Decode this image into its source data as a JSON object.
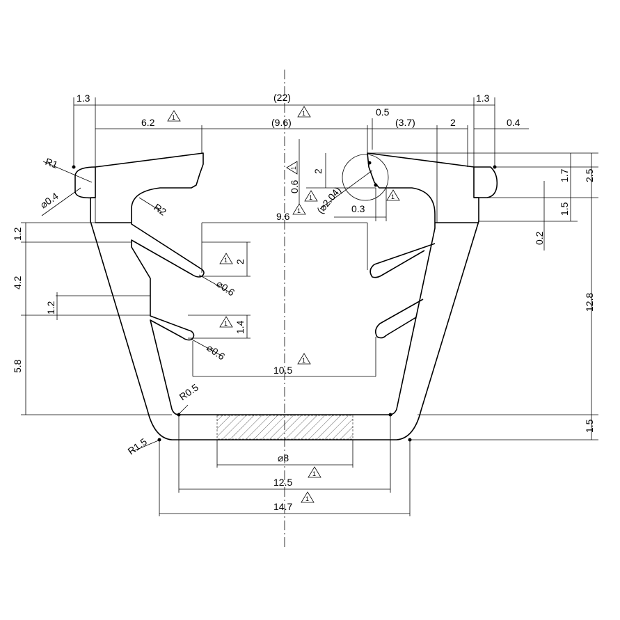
{
  "revision_mark": "1",
  "dimensions": {
    "top_left_1_3": "1.3",
    "overall_22": "(22)",
    "top_right_1_3": "1.3",
    "top_6_2": "6.2",
    "top_9_6": "(9.6)",
    "top_0_5": "0.5",
    "top_3_7": "(3.7)",
    "top_2": "2",
    "top_0_4": "0.4",
    "r1": "R1",
    "r2": "R2",
    "dia_0_4": "⌀0.4",
    "v_0_6": "0.6",
    "v_2_top": "2",
    "dia_2_04": "(⌀2.04)",
    "h_0_3": "0.3",
    "inner_9_6": "9.6",
    "r_2_5": "2.5",
    "r_1_7": "1.7",
    "r_1_5": "1.5",
    "r_0_2": "0.2",
    "r_12_8": "12.8",
    "r_1_5_bottom": "1.5",
    "l_1_2_top": "1.2",
    "l_4_2": "4.2",
    "l_1_2_mid": "1.2",
    "l_5_8": "5.8",
    "v_2_mid": "2",
    "dia_0_6_upper": "⌀0.6",
    "v_1_4": "1.4",
    "dia_0_6_lower": "⌀0.6",
    "inner_10_5": "10.5",
    "r0_5": "R0.5",
    "r1_5": "R1.5",
    "dia_8": "⌀8",
    "bottom_12_5": "12.5",
    "bottom_14_7": "14.7"
  }
}
